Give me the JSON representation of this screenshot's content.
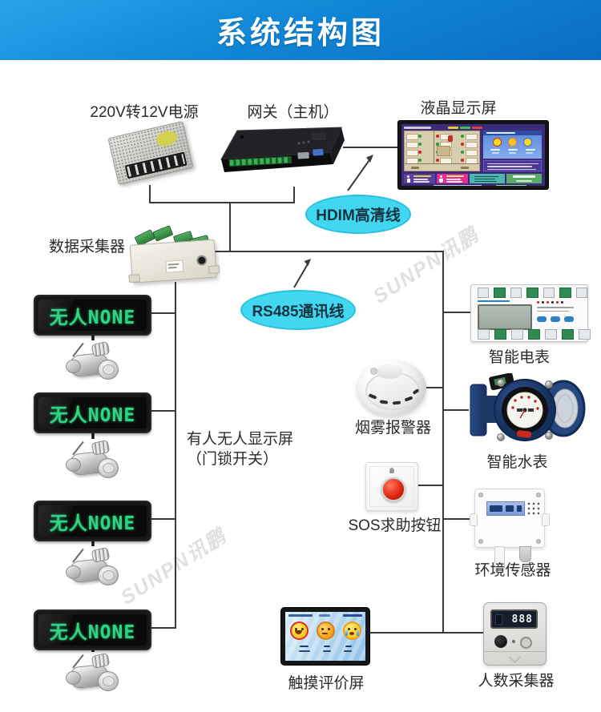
{
  "header": {
    "title": "系统结构图"
  },
  "cables": {
    "hdmi": "HDIM高清线",
    "rs485": "RS485通讯线"
  },
  "led": {
    "text": "无人NONE"
  },
  "watermark": {
    "text": "SUNPN讯鹏"
  },
  "nodes": {
    "power": {
      "label": "220V转12V电源"
    },
    "gateway": {
      "label": "网关（主机）"
    },
    "lcd": {
      "label": "液晶显示屏"
    },
    "collector": {
      "label": "数据采集器"
    },
    "meter": {
      "label": "智能电表"
    },
    "smoke": {
      "label": "烟雾报警器"
    },
    "water": {
      "label": "智能水表"
    },
    "sos": {
      "label": "SOS求助按钮"
    },
    "env": {
      "label": "环境传感器"
    },
    "touch": {
      "label": "触摸评价屏"
    },
    "counter": {
      "label": "人数采集器",
      "display_value": "888"
    },
    "occupancy": {
      "line1": "有人无人显示屏",
      "line2": "（门锁开关）"
    }
  },
  "colors": {
    "header_blue": "#1187d6",
    "cable_cyan": "#41d7f1",
    "led_green": "#2ed584",
    "line": "#3a3a3a"
  }
}
